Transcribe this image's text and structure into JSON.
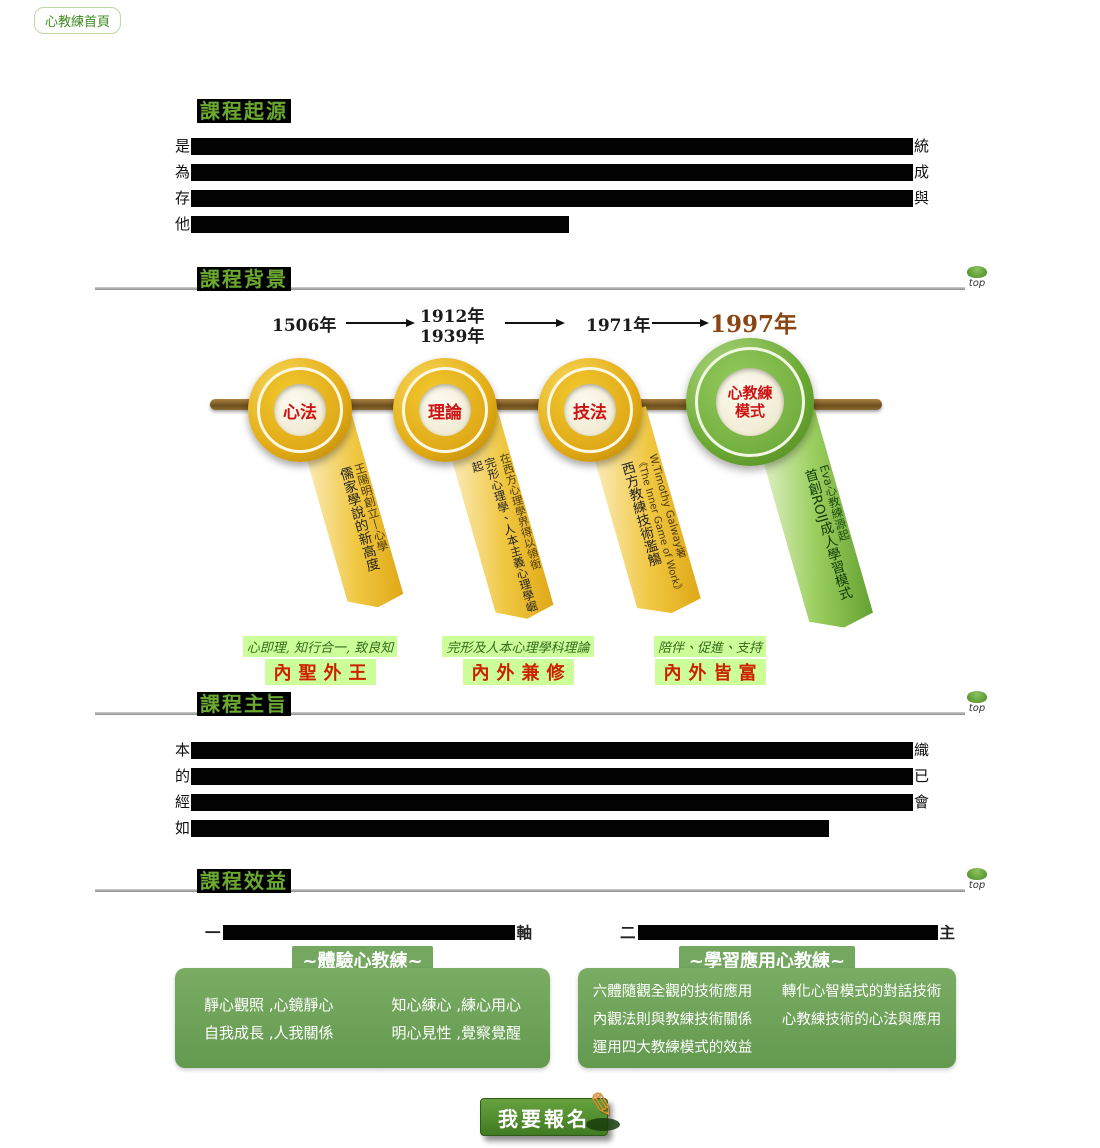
{
  "home_link": {
    "label": "心教練首頁"
  },
  "top_button": {
    "label": "top"
  },
  "headings": {
    "origin": "課程起源",
    "background": "課程背景",
    "purpose": "課程主旨",
    "benefits": "課程效益"
  },
  "origin_paragraph": {
    "l1s": "是",
    "l1e": "統",
    "l2s": "為",
    "l2e": "成",
    "l3s": "存",
    "l3e": "與",
    "l4s": "他"
  },
  "timeline": {
    "years": {
      "y1": "1506年",
      "y2a": "1912年",
      "y2b": "1939年",
      "y3": "1971年",
      "y4": "1997年"
    },
    "medals": [
      {
        "label": "心法",
        "ribbon": [
          "王陽明創立—心學",
          "儒家學說的新高度"
        ]
      },
      {
        "label": "理論",
        "ribbon": [
          "在西方心理學界得以領銜",
          "完形心理學、人本主義心理學崛起"
        ]
      },
      {
        "label": "技法",
        "ribbon": [
          "W.Timothy Galway著",
          "《The Inner Game of Work》",
          "西方教練技術濫觴"
        ]
      },
      {
        "label1": "心教練",
        "label2": "模式",
        "ribbon": [
          "Eva心教練源起",
          "首創ROIJ成人學習模式"
        ]
      }
    ],
    "captions": [
      {
        "line1": "心即理, 知行合一, 致良知",
        "line2": "內聖外王"
      },
      {
        "line1": "完形及人本心理學科理論",
        "line2": "內外兼修"
      },
      {
        "line1": "陪伴、促進、支持",
        "line2": "內外皆富"
      }
    ]
  },
  "purpose_paragraph": {
    "l1s": "本",
    "l1e": "織",
    "l2s": "的",
    "l2e": "已",
    "l3s": "經",
    "l3e": "會",
    "l4s": "如"
  },
  "benefits": {
    "col1": {
      "hs": "一",
      "he": "軸",
      "sub": "~體驗心教練~",
      "items": [
        "靜心觀照 ,心鏡靜心",
        "知心練心 ,練心用心",
        "自我成長 ,人我關係",
        "明心見性 ,覺察覺醒"
      ]
    },
    "col2": {
      "hs": "二",
      "he": "主",
      "sub": "~學習應用心教練~",
      "items": [
        "六體隨觀全觀的技術應用",
        "轉化心智模式的對話技術",
        "內觀法則與教練技術關係",
        "心教練技術的心法與應用",
        "運用四大教練模式的效益"
      ]
    }
  },
  "signup": {
    "label": "我要報名"
  },
  "colors": {
    "accent_green": "#5a9e33",
    "medal_gold": "#e8b821",
    "highlight_green": "#ccff99",
    "caption_red": "#cc2200",
    "bar_brown": "#7a5a22",
    "box_green": "#6da45b"
  }
}
